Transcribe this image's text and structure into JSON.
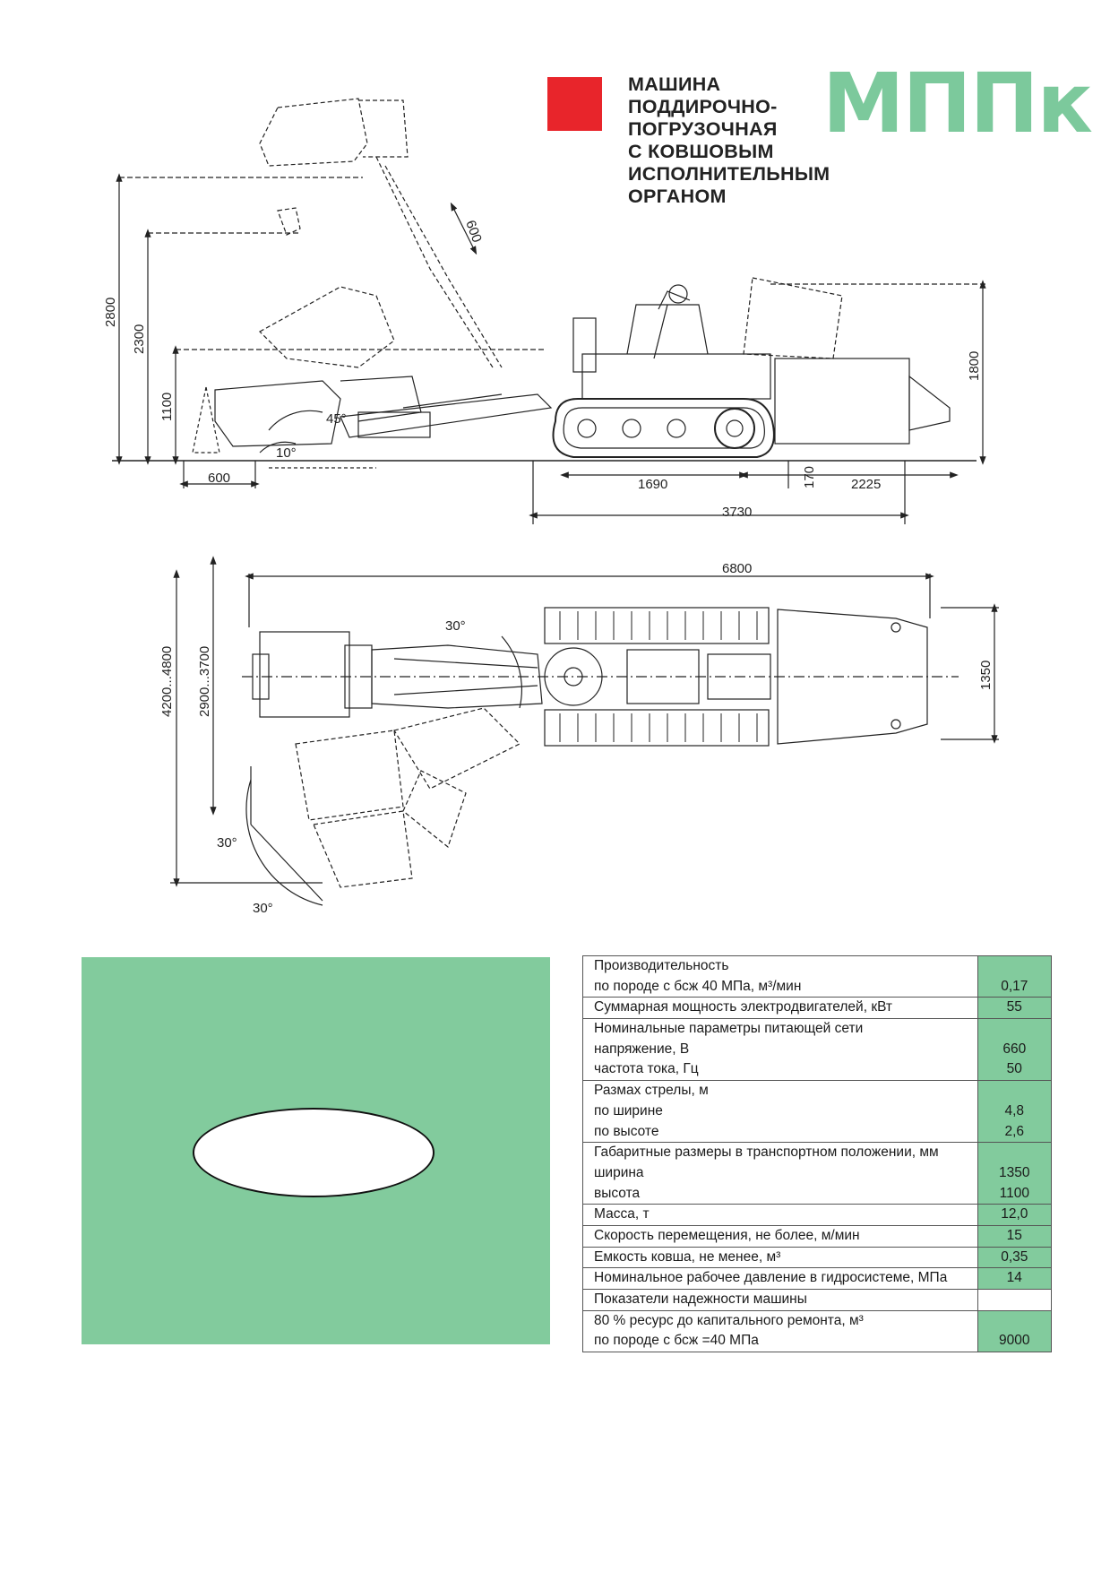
{
  "header": {
    "title_lines": [
      "МАШИНА",
      "ПОДДИРОЧНО-",
      "ПОГРУЗОЧНАЯ",
      "С КОВШОВЫМ",
      "ИСПОЛНИТЕЛЬНЫМ",
      "ОРГАНОМ"
    ],
    "brand": "МППк",
    "accent_color": "#e8252b",
    "brand_color": "#7cc99c"
  },
  "side_view": {
    "dims": {
      "h2800": "2800",
      "h2300": "2300",
      "h1100": "1100",
      "h1800": "1800",
      "d600_boom": "600",
      "d600_front": "600",
      "angle45": "45°",
      "angle10": "10°",
      "d1690": "1690",
      "d170": "170",
      "d2225": "2225",
      "d3730": "3730"
    }
  },
  "top_view": {
    "dims": {
      "d6800": "6800",
      "d1350": "1350",
      "w4200": "4200...4800",
      "w2900": "2900...3700",
      "angle30_top": "30°",
      "angle30_left": "30°",
      "angle30_bottom": "30°"
    }
  },
  "specs": {
    "rows": [
      {
        "label": [
          "Производительность",
          "по породе с  бсж 40 МПа, м³/мин"
        ],
        "value": [
          "",
          "0,17"
        ]
      },
      {
        "label": [
          "Суммарная мощность электродвигателей, кВт"
        ],
        "value": [
          "55"
        ]
      },
      {
        "label": [
          "Номинальные параметры питающей сети",
          "напряжение, В",
          "частота тока, Гц"
        ],
        "value": [
          "",
          "660",
          "50"
        ]
      },
      {
        "label": [
          "Размах стрелы, м",
          "по ширине",
          "по высоте"
        ],
        "value": [
          "",
          "4,8",
          "2,6"
        ]
      },
      {
        "label": [
          "Габаритные размеры в транспортном положении, мм",
          "ширина",
          "высота"
        ],
        "value": [
          "",
          "1350",
          "1100"
        ]
      },
      {
        "label": [
          "Масса, т"
        ],
        "value": [
          "12,0"
        ]
      },
      {
        "label": [
          "Скорость перемещения, не более, м/мин"
        ],
        "value": [
          "15"
        ]
      },
      {
        "label": [
          "Емкость ковша, не менее, м³"
        ],
        "value": [
          "0,35"
        ]
      },
      {
        "label": [
          "Номинальное рабочее давление в гидросистеме, МПа"
        ],
        "value": [
          "14"
        ]
      },
      {
        "label": [
          "Показатели надежности машины"
        ],
        "value": [
          ""
        ],
        "empty": true
      },
      {
        "label": [
          "80 % ресурс до капитального ремонта, м³",
          "по породе с  бсж =40 МПа"
        ],
        "value": [
          "",
          "9000"
        ]
      }
    ]
  }
}
